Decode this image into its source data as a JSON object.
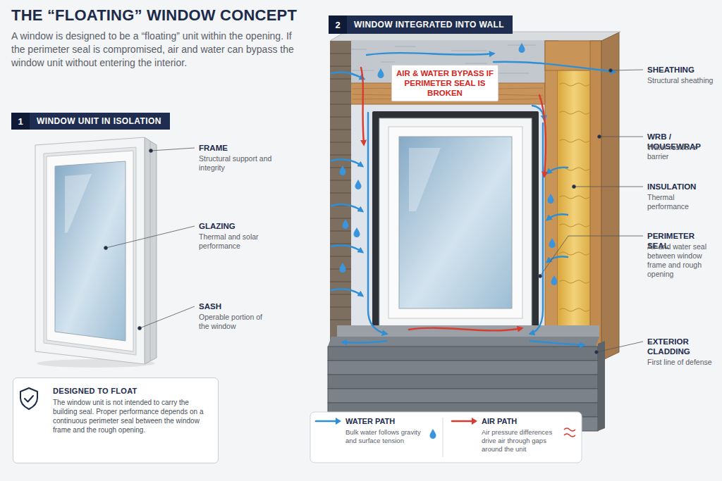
{
  "diagram": {
    "title": "THE “FLOATING” WINDOW CONCEPT",
    "nodes": [
      {
        "text": [
          "1",
          "WINDOW UNIT IN ISOLATION"
        ]
      },
      {
        "text": [
          "DESIGNED TO FLOAT",
          "The window unit is not intended to carry the building seal. Proper performance depends on a continuous perimeter seal between the window frame and the rough opening."
        ]
      },
      {
        "text": [
          "2",
          "WINDOW INTEGRATED INTO WALL"
        ]
      },
      {
        "text": [
          "AIR & WATER BYPASS IF PERIMETER SEAL IS BROKEN"
        ]
      }
    ],
    "labels": [
      "A window is designed to be a “floating” unit within the opening. If the perimeter seal is compromised, air and water can bypass the window unit without entering the interior.",
      "FRAME",
      "Structural support and integrity",
      "GLAZING",
      "Thermal and solar performance",
      "SASH",
      "Operable portion of the window",
      "SHEATHING",
      "Structural sheathing",
      "WRB / HOUSEWRAP",
      "Water-resistive barrier",
      "INSULATION",
      "Thermal performance",
      "PERIMETER SEAL",
      "Air and water seal between window frame and rough opening",
      "EXTERIOR CLADDING",
      "First line of defense",
      "Bulk water follows gravity and surface tension",
      "Air pressure differences drive air through gaps around the unit"
    ],
    "legend": [
      {
        "text": "WATER PATH"
      },
      {
        "text": "AIR PATH"
      }
    ]
  }
}
